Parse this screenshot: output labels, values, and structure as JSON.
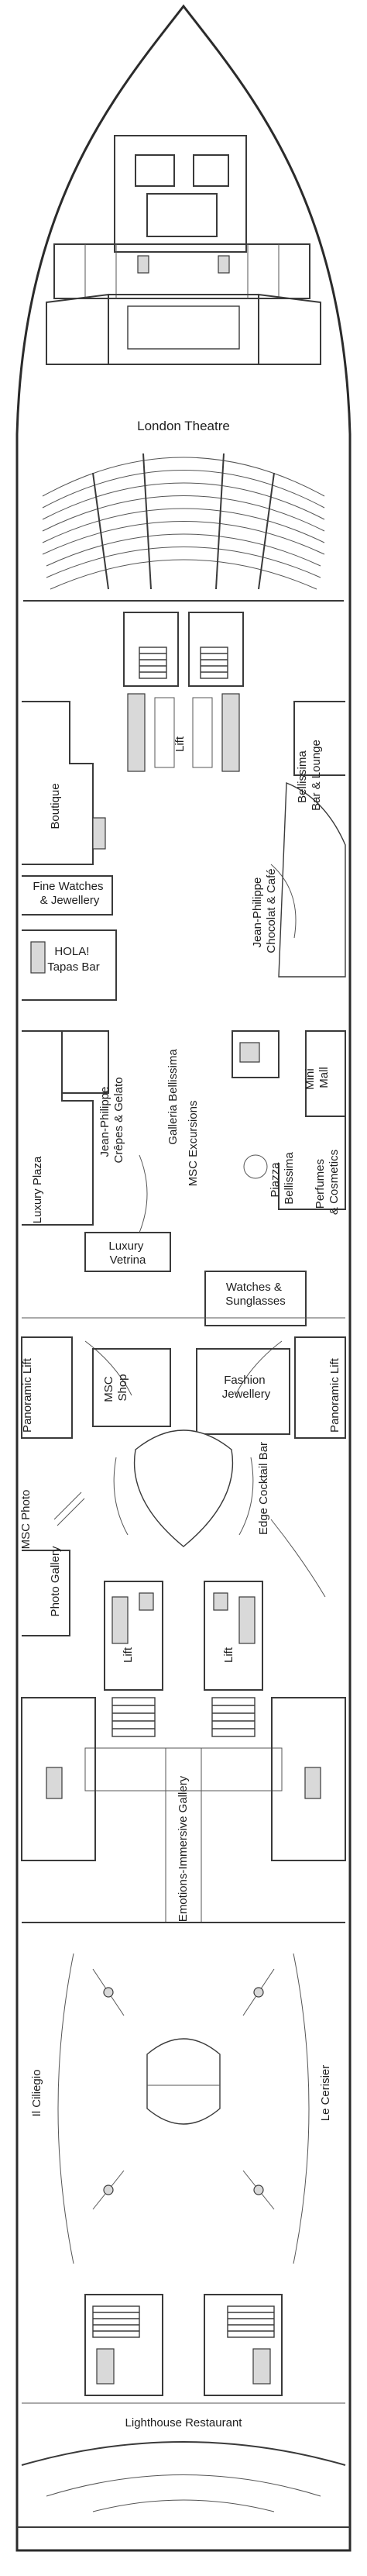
{
  "labels": {
    "london_theatre": "London Theatre",
    "lift": "Lift",
    "boutique": "Boutique",
    "bellissima_bar_1": "Bellissima",
    "bellissima_bar_2": "Bar & Lounge",
    "fine_watches_1": "Fine Watches",
    "fine_watches_2": "& Jewellery",
    "jean_philippe_chocolat_1": "Jean-Philippe",
    "jean_philippe_chocolat_2": "Chocolat & Café",
    "hola_1": "HOLA!",
    "hola_2": "Tapas Bar",
    "mini_mall_1": "Mini",
    "mini_mall_2": "Mall",
    "galleria_bellissima": "Galleria Bellissima",
    "msc_excursions": "MSC Excursions",
    "jean_philippe_crepes_1": "Jean-Philippe",
    "jean_philippe_crepes_2": "Crêpes & Gelato",
    "piazza_bellissima_1": "Piazza",
    "piazza_bellissima_2": "Bellissima",
    "perfumes_1": "Perfumes",
    "perfumes_2": "& Cosmetics",
    "luxury_plaza": "Luxury Plaza",
    "luxury_vetrina_1": "Luxury",
    "luxury_vetrina_2": "Vetrina",
    "watches_sunglasses_1": "Watches &",
    "watches_sunglasses_2": "Sunglasses",
    "panoramic_lift": "Panoramic Lift",
    "msc_shop_1": "MSC",
    "msc_shop_2": "Shop",
    "fashion_jewellery_1": "Fashion",
    "fashion_jewellery_2": "Jewellery",
    "msc_photo": "MSC Photo",
    "photo_gallery": "Photo Gallery",
    "edge_cocktail_bar": "Edge Cocktail Bar",
    "emotions_gallery": "Emotions-Immersive Gallery",
    "il_ciliegio": "Il Ciliegio",
    "le_cerisier": "Le Cerisier",
    "lighthouse_restaurant": "Lighthouse Restaurant"
  }
}
